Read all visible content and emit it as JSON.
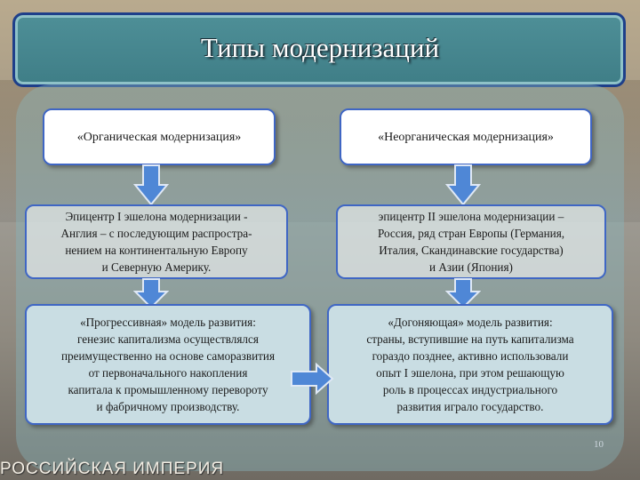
{
  "slide": {
    "title": "Типы модернизаций",
    "page_number": "10",
    "brand_caption": "РОССИЙСКАЯ ИМПЕРИЯ"
  },
  "columns": [
    {
      "header": "«Органическая модернизация»",
      "epicenter_lines": [
        "Эпицентр I эшелона модернизации -",
        "Англия – с последующим распростра-",
        "нением на континентальную Европу",
        "и Северную Америку."
      ],
      "model_lines": [
        "«Прогрессивная» модель развития:",
        "генезис капитализма осуществлялся",
        "преимущественно на основе саморазвития",
        "от первоначального накопления",
        "капитала к промышленному перевороту",
        "и фабричному производству."
      ]
    },
    {
      "header": "«Неорганическая модернизация»",
      "epicenter_lines": [
        "эпицентр II эшелона модернизации –",
        "Россия, ряд стран Европы (Германия,",
        "Италия, Скандинавские государства)",
        "и Азии (Япония)"
      ],
      "model_lines": [
        "«Догоняющая» модель развития:",
        "страны,  вступившие на путь капитализма",
        "гораздо позднее, активно использовали",
        "опыт I эшелона, при этом решающую",
        "роль в процессах индустриального",
        "развития играло государство."
      ]
    }
  ],
  "colors": {
    "title_fill": "#4e8f97",
    "border_blue": "#3f66c4",
    "arrow_blue": "#4f87d6"
  }
}
